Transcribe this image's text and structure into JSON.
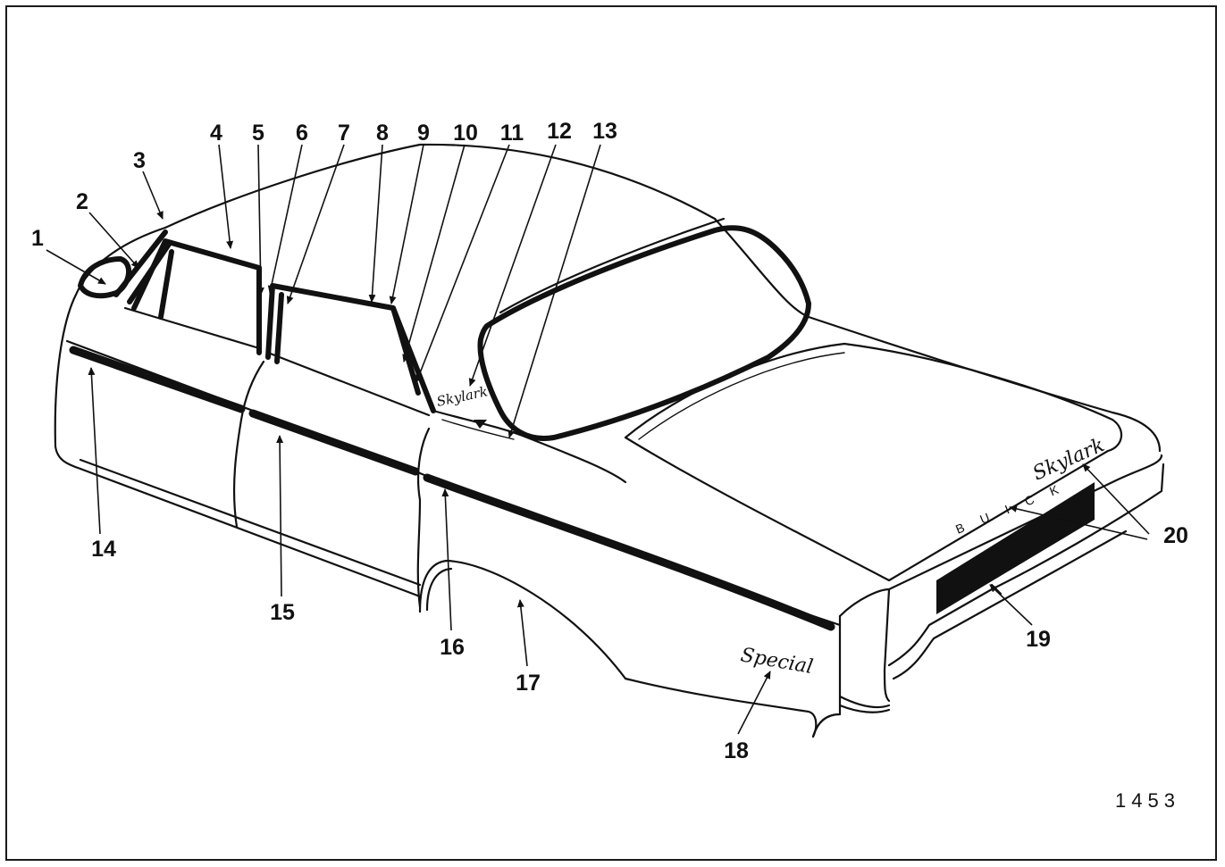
{
  "diagram": {
    "callouts": [
      "1",
      "2",
      "3",
      "4",
      "5",
      "6",
      "7",
      "8",
      "9",
      "10",
      "11",
      "12",
      "13",
      "14",
      "15",
      "16",
      "17",
      "18",
      "19",
      "20"
    ],
    "emblems": {
      "cowl_script": "Skylark",
      "deck_letters": "BUICK",
      "deck_script": "Skylark",
      "quarter_script": "Special"
    },
    "figure_number": "1453"
  }
}
